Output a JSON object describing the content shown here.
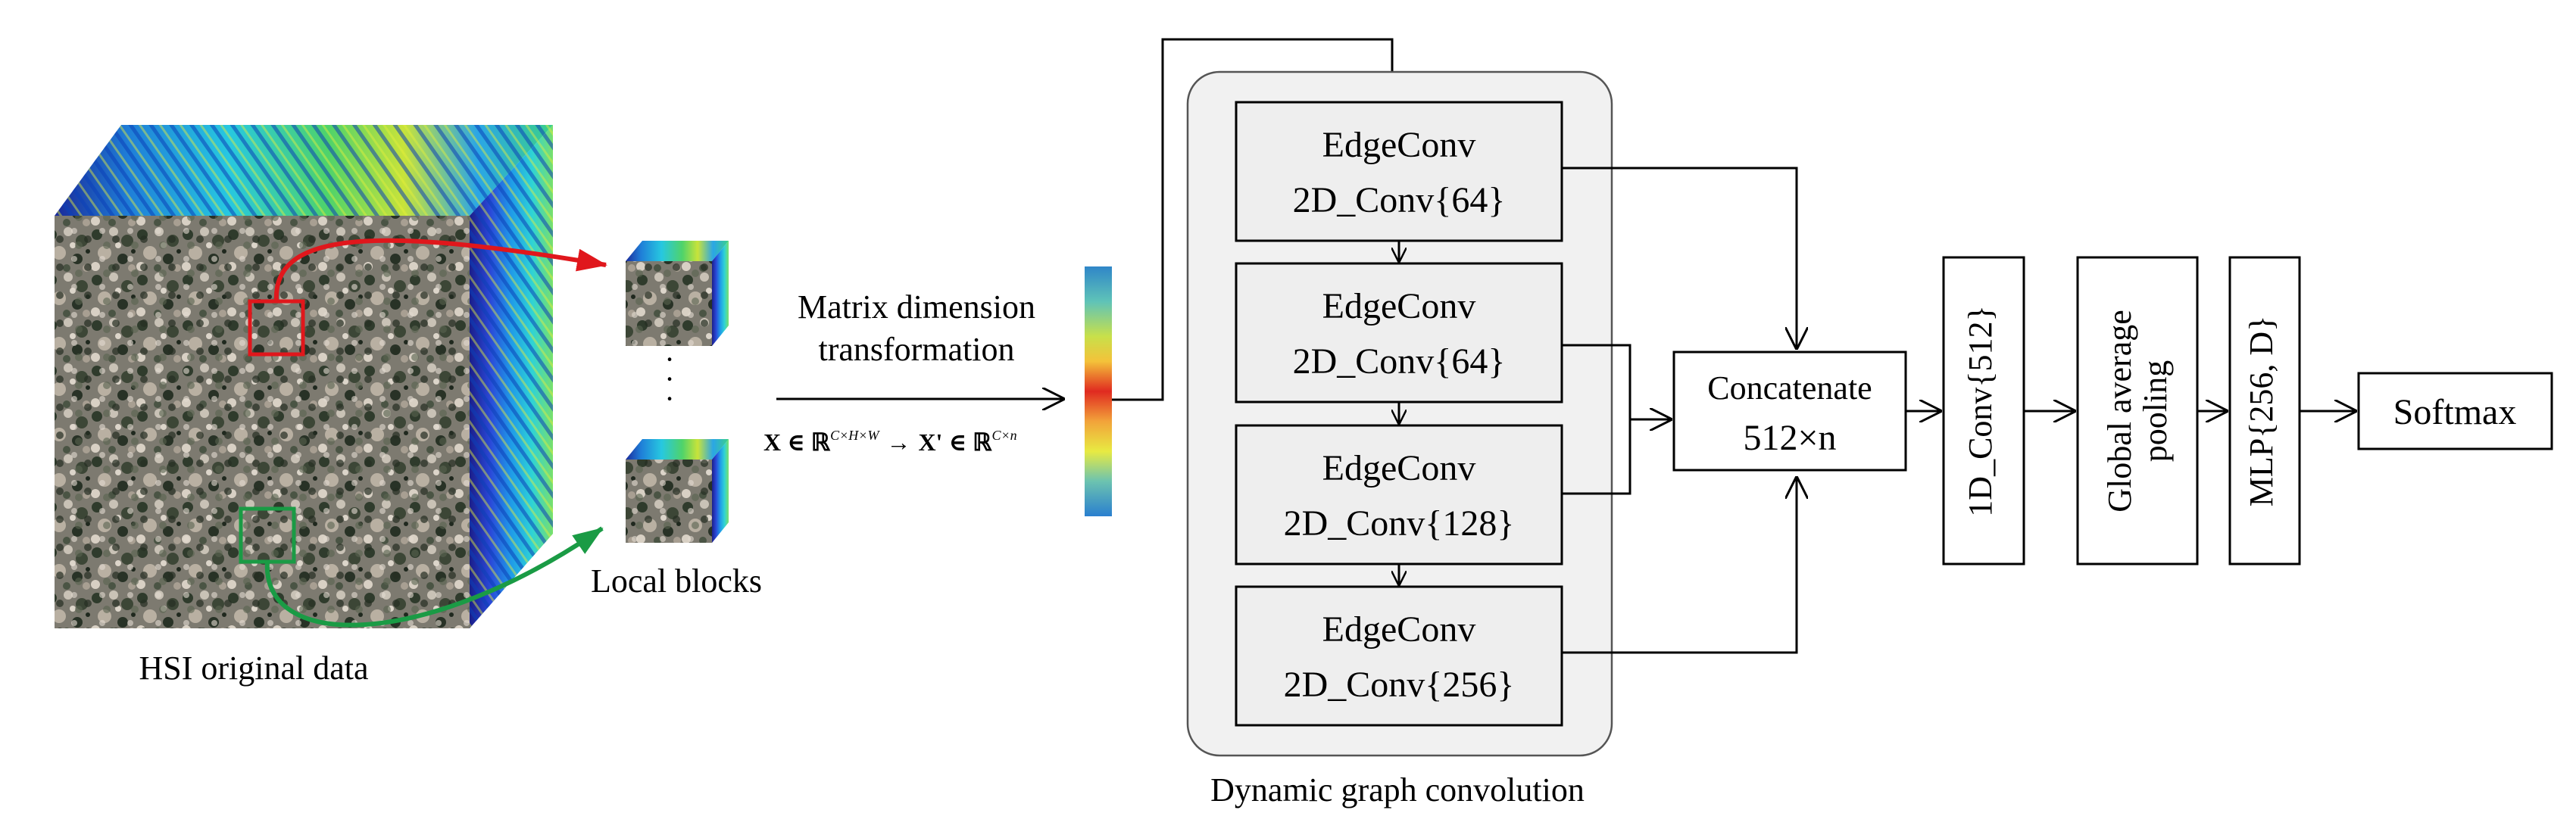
{
  "hsi": {
    "caption": "HSI original data"
  },
  "local_blocks": {
    "caption": "Local blocks",
    "ellipsis": "·\n·\n·"
  },
  "transform": {
    "line1": "Matrix dimension",
    "line2": "transformation",
    "formula_left": "X ∈ ℝ",
    "formula_left_sup": "C×H×W",
    "formula_arrow": "→",
    "formula_right": "X' ∈ ℝ",
    "formula_right_sup": "C×n"
  },
  "dgc": {
    "caption": "Dynamic graph convolution",
    "blocks": [
      {
        "line1": "EdgeConv",
        "line2": "2D_Conv{64}"
      },
      {
        "line1": "EdgeConv",
        "line2": "2D_Conv{64}"
      },
      {
        "line1": "EdgeConv",
        "line2": "2D_Conv{128}"
      },
      {
        "line1": "EdgeConv",
        "line2": "2D_Conv{256}"
      }
    ]
  },
  "concat": {
    "line1": "Concatenate",
    "line2": "512×n"
  },
  "conv1d": {
    "label": "1D_Conv{512}"
  },
  "gap": {
    "line1": "Global average",
    "line2": "pooling"
  },
  "mlp": {
    "label": "MLP{256, D}"
  },
  "softmax": {
    "label": "Softmax"
  },
  "colors": {
    "region_red": "#e0171c",
    "region_green": "#1a9b45",
    "dgc_panel_fill": "#f1f1f1",
    "block_fill": "#eeeeee",
    "stroke": "#000000"
  }
}
